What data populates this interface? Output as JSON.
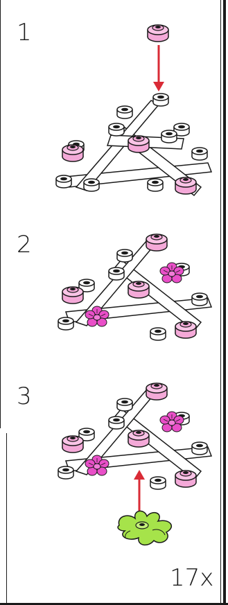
{
  "steps": [
    {
      "number": "1"
    },
    {
      "number": "2"
    },
    {
      "number": "3"
    }
  ],
  "count_label": "17x",
  "icons": {
    "base": "white-star-frame-icon",
    "flower": "pink-flower-icon",
    "plate": "pink-round-plate-icon",
    "leaf": "green-leaf-plate-icon",
    "arrow": "red-arrow-icon"
  },
  "colors": {
    "white_brick": "#ffffff",
    "outline": "#1a1a1a",
    "pink_plate": "#f4a9d8",
    "magenta_flower": "#e94fc8",
    "leaf_green": "#a6e34a",
    "arrow_red": "#d92b36"
  }
}
